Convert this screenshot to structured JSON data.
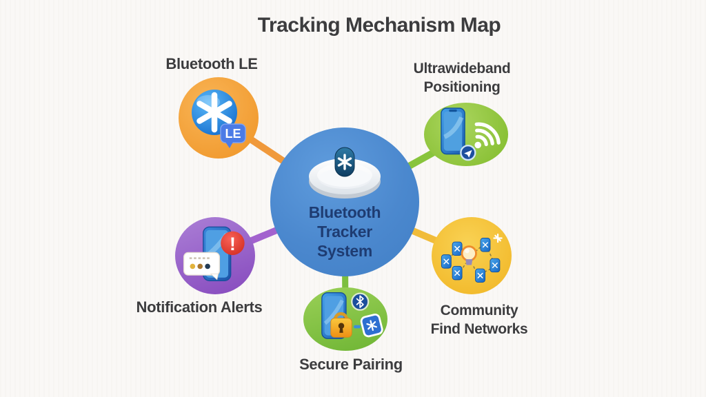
{
  "title": "Tracking Mechanism Map",
  "background_color": "#faf8f6",
  "label_text_color": "#3c3c3e",
  "diagram": {
    "center": {
      "id": "bluetooth-tracker-system",
      "label_lines": [
        "Bluetooth",
        "Tracker",
        "System"
      ],
      "label_color": "#1e3c72",
      "bubble_color": "#4b88ce",
      "icon": "tracker-disc-icon"
    },
    "nodes": [
      {
        "id": "bluetooth-le",
        "position": "top-left",
        "label": "Bluetooth LE",
        "badge": "LE",
        "bubble_color": "#f19d33",
        "connector_color": "#f0993b",
        "icon": "bluetooth-asterisk-icon"
      },
      {
        "id": "ultrawideband-positioning",
        "position": "top-right",
        "label_lines": [
          "Ultrawideband",
          "Positioning"
        ],
        "bubble_color": "#8ac136",
        "connector_color": "#88c43c",
        "icon": "phone-uwb-signal-icon"
      },
      {
        "id": "notification-alerts",
        "position": "left",
        "label": "Notification Alerts",
        "alert_mark": "!",
        "bubble_color": "#9a5fc5",
        "connector_color": "#a363ce",
        "icon": "phone-notification-icon"
      },
      {
        "id": "community-find-networks",
        "position": "right",
        "label_lines": [
          "Community",
          "Find Networks"
        ],
        "bubble_color": "#f2ba2c",
        "connector_color": "#f1bc3a",
        "icon": "device-network-icon"
      },
      {
        "id": "secure-pairing",
        "position": "bottom",
        "label": "Secure Pairing",
        "bubble_color": "#7fbf3f",
        "connector_color": "#7dbf3f",
        "icon": "phone-lock-pairing-icon"
      }
    ]
  }
}
